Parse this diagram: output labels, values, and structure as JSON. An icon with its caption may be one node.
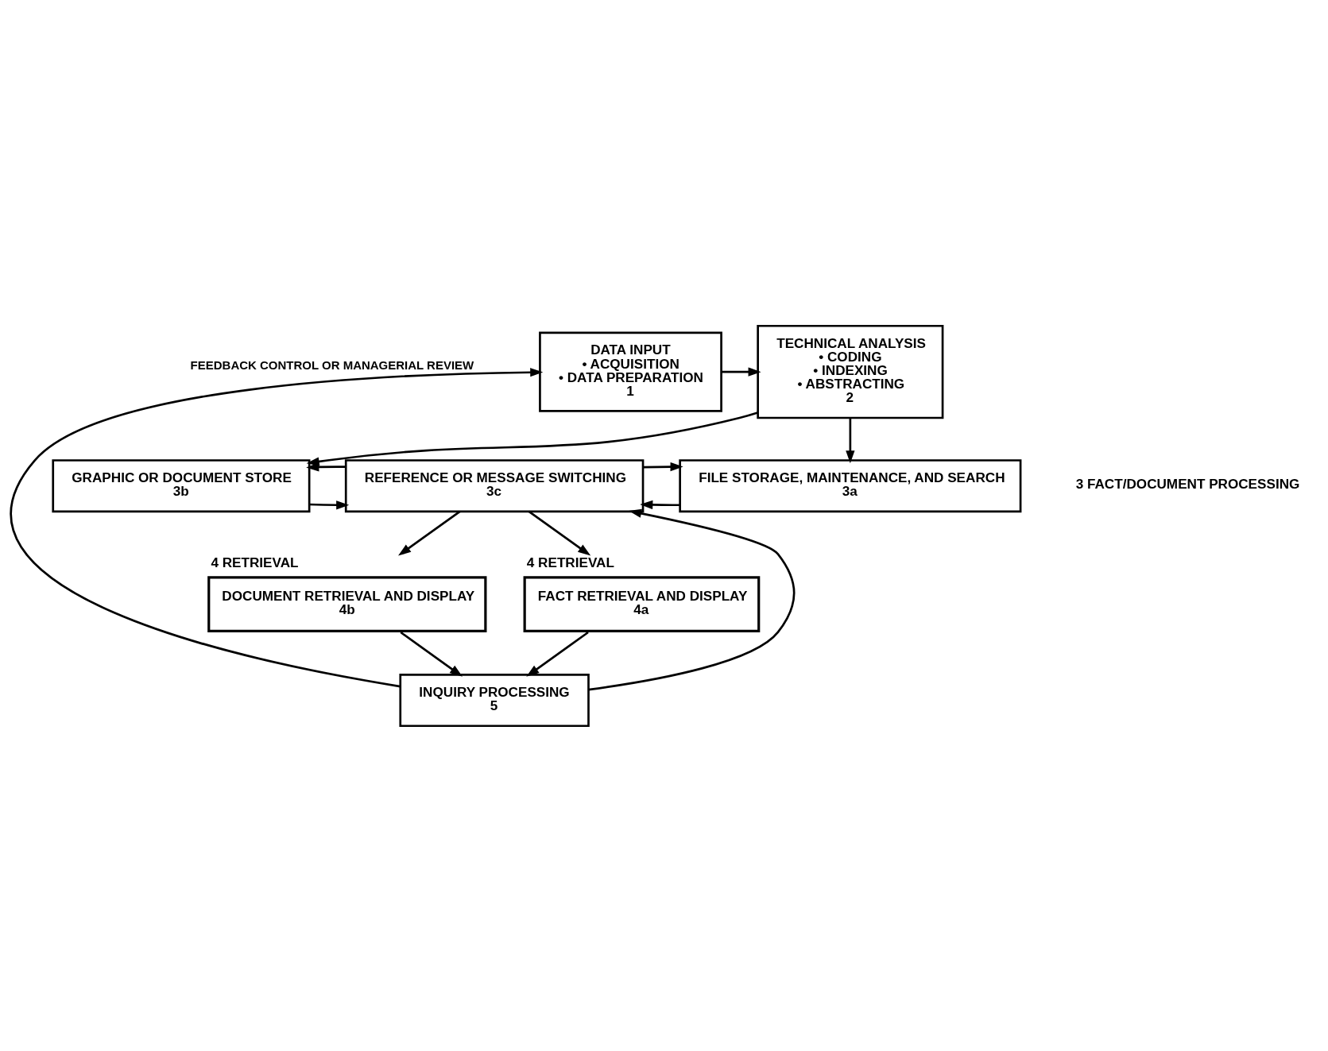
{
  "diagram": {
    "nodes": [
      {
        "text": [
          "DATA INPUT",
          "• ACQUISITION",
          "• DATA PREPARATION",
          "1"
        ]
      },
      {
        "text": [
          "TECHNICAL ANALYSIS",
          "• CODING",
          "• INDEXING",
          "• ABSTRACTING",
          "2"
        ]
      },
      {
        "text": [
          "GRAPHIC OR DOCUMENT STORE",
          "3b"
        ]
      },
      {
        "text": [
          "REFERENCE OR MESSAGE SWITCHING",
          "3c"
        ]
      },
      {
        "text": [
          "FILE STORAGE, MAINTENANCE, AND SEARCH",
          "3a"
        ]
      },
      {
        "text": [
          "DOCUMENT RETRIEVAL AND DISPLAY",
          "4b"
        ],
        "beside": [
          "4 RETRIEVAL"
        ]
      },
      {
        "text": [
          "FACT RETRIEVAL AND DISPLAY",
          "4a"
        ],
        "beside": [
          "4 RETRIEVAL"
        ]
      },
      {
        "text": [
          "INQUIRY PROCESSING",
          "5"
        ]
      }
    ],
    "edges": [
      {
        "from": 7,
        "to": 0,
        "arrow": "to",
        "label": "FEEDBACK CONTROL OR MANAGERIAL REVIEW"
      },
      {
        "from": 0,
        "to": 1,
        "arrow": "to"
      },
      {
        "from": 1,
        "to": 2,
        "arrow": "to"
      },
      {
        "from": 1,
        "to": 4,
        "arrow": "to"
      },
      {
        "from": 2,
        "to": 3,
        "arrow": "to"
      },
      {
        "from": 3,
        "to": 2,
        "arrow": "to"
      },
      {
        "from": 4,
        "to": 3,
        "arrow": "to"
      },
      {
        "from": 3,
        "to": 4,
        "arrow": "to"
      },
      {
        "from": 3,
        "to": 5,
        "arrow": "to"
      },
      {
        "from": 3,
        "to": 6,
        "arrow": "to"
      },
      {
        "from": 5,
        "to": 7,
        "arrow": "to"
      },
      {
        "from": 6,
        "to": 7,
        "arrow": "to"
      },
      {
        "from": 7,
        "to": 3,
        "arrow": "to"
      }
    ],
    "labels": [
      "3 FACT/DOCUMENT PROCESSING"
    ]
  }
}
